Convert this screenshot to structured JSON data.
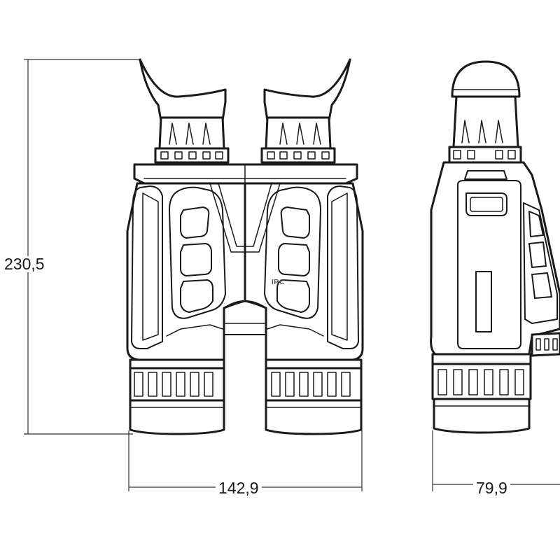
{
  "dimensions": {
    "height": "230,5",
    "width": "142,9",
    "depth": "79,9"
  },
  "logo": "IRC",
  "colors": {
    "line": "#1a1a1a",
    "background": "#ffffff"
  }
}
